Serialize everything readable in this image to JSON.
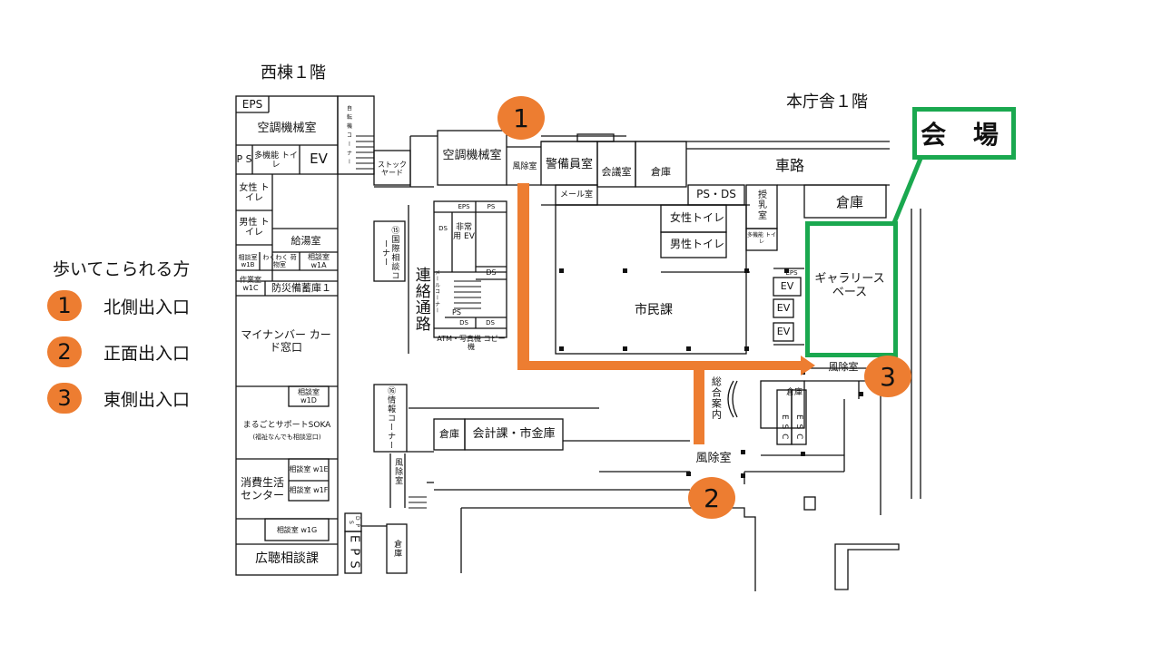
{
  "titles": {
    "west": "西棟１階",
    "main": "本庁舎１階"
  },
  "legend": {
    "title": "歩いてこられる方",
    "items": [
      {
        "num": "1",
        "label": "北側出入口"
      },
      {
        "num": "2",
        "label": "正面出入口"
      },
      {
        "num": "3",
        "label": "東側出入口"
      }
    ]
  },
  "venue": {
    "title": "会 場",
    "name": "ギャラリース ベース"
  },
  "entrances": [
    "1",
    "2",
    "3"
  ],
  "colors": {
    "route": "#ed7d31",
    "venue": "#1aa84f"
  },
  "west_rooms": {
    "eps_top": "EPS",
    "aircon": "空調機械室",
    "ps": "P S",
    "multi_toilet": "多機能 トイレ",
    "ev": "EV",
    "female_toilet": "女性 トイレ",
    "male_toilet": "男性 トイレ",
    "kyutou": "給湯室",
    "waku": "わくわく 荷物室",
    "w1a": "相談室 w1A",
    "w1b": "相談室 w1B",
    "w1c": "作業室 w1C",
    "bosai": "防災備蓄庫１",
    "mynumber": "マイナンバー カード窓口",
    "w1d": "相談室 w1D",
    "soka": "まるごとサポートSOKA",
    "soka_sub": "(福祉なんでも相談窓口)",
    "w1e": "相談室 w1E",
    "w1f": "相談室 w1F",
    "shohi": "消費生活 センター",
    "w1g": "相談室 w1G",
    "kocho": "広聴相談課",
    "dps": "D P S",
    "eps_v": "E P S",
    "souko_v": "倉庫",
    "corner_v": "自 転 機 コ ー ナ ー"
  },
  "middle_rooms": {
    "stock": "ストック ヤード",
    "aircon2": "空調機械室",
    "kokusai": "⑮国際相談コーナー",
    "renraku": "連絡通路",
    "mail_v": "メールコーナー",
    "eps": "EPS",
    "ps": "PS",
    "ds": "DS",
    "hijo": "非常 用 EV",
    "ds2": "DS",
    "ps2": "PS",
    "ds3": "DS",
    "ds4": "DS",
    "atm": "ATM・写真機 コピー機",
    "joho": "⑯情報コーナー",
    "fujo_v": "風除室",
    "souko": "倉庫",
    "kaikei": "会計課・市金庫"
  },
  "main_rooms": {
    "fujo_n": "風除室",
    "keibi": "警備員室",
    "kaigi": "会議室",
    "souko1": "倉庫",
    "mail": "メール室",
    "shamin": "市民課",
    "female": "女性トイレ",
    "male": "男性トイレ",
    "ps_ds": "PS・DS",
    "junyu": "授 乳 室",
    "multi": "多機能 トイレ",
    "tasha": "多 機 能 ト",
    "sharo": "車路",
    "souko2": "倉庫",
    "ev1": "EV",
    "ev2": "EV",
    "ev3": "EV",
    "eps_s": "EPS",
    "sogo": "総合案内",
    "fujo_s": "風除室",
    "fujo_e": "風除室",
    "souko3": "倉庫",
    "esc1": "E S C",
    "esc2": "E S C",
    "ps_small": "PS"
  }
}
